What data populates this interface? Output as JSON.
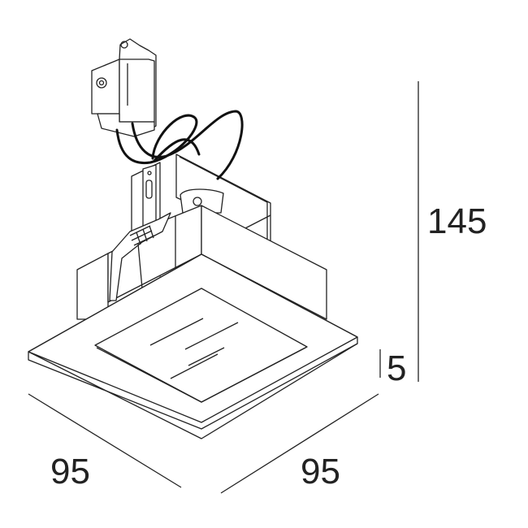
{
  "dimensions": {
    "height": "145",
    "trim_thickness": "5",
    "width_left": "95",
    "width_right": "95"
  }
}
